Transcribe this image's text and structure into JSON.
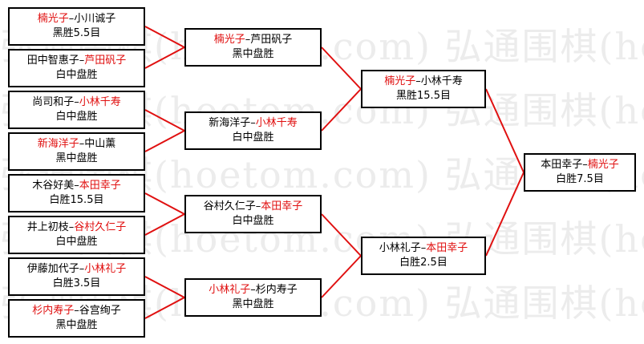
{
  "watermark": "弘通围棋(hoetom.com) 弘通围棋(hoetom.com)",
  "colors": {
    "winner": "#e01010",
    "line": "#e01010",
    "border": "#000000"
  },
  "matches": {
    "r1m1": {
      "p1": "楠光子",
      "sep": "–",
      "p2": "小川诚子",
      "winner": 1,
      "result": "黑胜5.5目"
    },
    "r1m2": {
      "p1": "田中智惠子",
      "sep": "–",
      "p2": "芦田矾子",
      "winner": 2,
      "result": "白中盘胜"
    },
    "r1m3": {
      "p1": "尚司和子",
      "sep": "–",
      "p2": "小林千寿",
      "winner": 2,
      "result": "白中盘胜"
    },
    "r1m4": {
      "p1": "新海洋子",
      "sep": "–",
      "p2": "中山薰",
      "winner": 1,
      "result": "黑中盘胜"
    },
    "r1m5": {
      "p1": "木谷好美",
      "sep": "–",
      "p2": "本田幸子",
      "winner": 2,
      "result": "白胜15.5目"
    },
    "r1m6": {
      "p1": "井上初枝",
      "sep": "–",
      "p2": "谷村久仁子",
      "winner": 2,
      "result": "白中盘胜"
    },
    "r1m7": {
      "p1": "伊藤加代子",
      "sep": "–",
      "p2": "小林礼子",
      "winner": 2,
      "result": "白胜3.5目"
    },
    "r1m8": {
      "p1": "杉内寿子",
      "sep": "–",
      "p2": "谷宫绚子",
      "winner": 1,
      "result": "黑中盘胜"
    },
    "r2m1": {
      "p1": "楠光子",
      "sep": "–",
      "p2": "芦田矾子",
      "winner": 1,
      "result": "黑中盘胜"
    },
    "r2m2": {
      "p1": "新海洋子",
      "sep": "–",
      "p2": "小林千寿",
      "winner": 2,
      "result": "白中盘胜"
    },
    "r2m3": {
      "p1": "谷村久仁子",
      "sep": "–",
      "p2": "本田幸子",
      "winner": 2,
      "result": "白中盘胜"
    },
    "r2m4": {
      "p1": "小林礼子",
      "sep": "–",
      "p2": "杉内寿子",
      "winner": 1,
      "result": "黑中盘胜"
    },
    "r3m1": {
      "p1": "楠光子",
      "sep": "–",
      "p2": "小林千寿",
      "winner": 1,
      "result": "黑胜15.5目"
    },
    "r3m2": {
      "p1": "小林礼子",
      "sep": "–",
      "p2": "本田幸子",
      "winner": 2,
      "result": "白胜2.5目"
    },
    "final": {
      "p1": "本田幸子",
      "sep": "–",
      "p2": "楠光子",
      "winner": 2,
      "result": "白胜7.5目"
    }
  }
}
